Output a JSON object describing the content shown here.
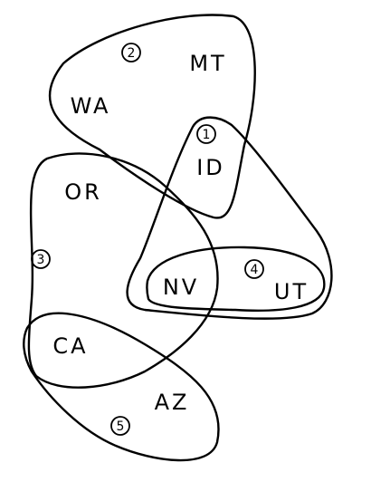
{
  "diagram": {
    "states": {
      "wa": "WA",
      "mt": "MT",
      "id": "ID",
      "or": "OR",
      "nv": "NV",
      "ut": "UT",
      "ca": "CA",
      "az": "AZ"
    },
    "groups": {
      "group_1": "1",
      "group_2": "2",
      "group_3": "3",
      "group_4": "4",
      "group_5": "5"
    },
    "stroke_color": "#000000",
    "background_color": "#ffffff"
  }
}
